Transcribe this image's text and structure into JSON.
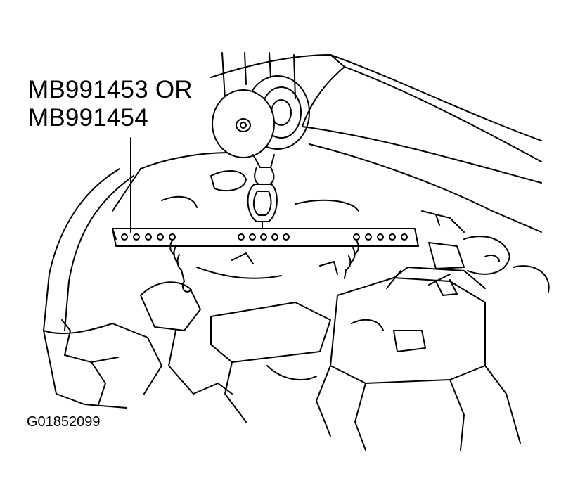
{
  "callout": {
    "line1": "MB991453 OR",
    "line2": "MB991454"
  },
  "figure_id": "G01852099",
  "colors": {
    "ink": "#000000",
    "paper": "#ffffff"
  }
}
